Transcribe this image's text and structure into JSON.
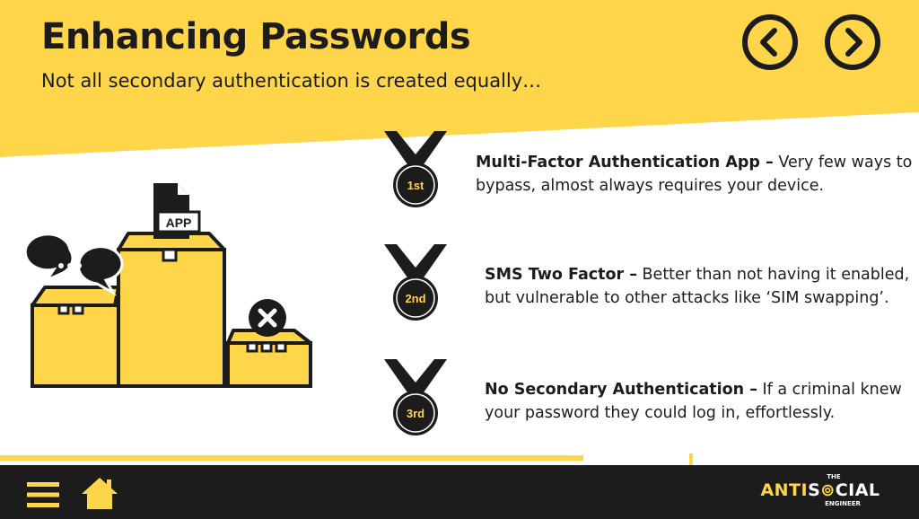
{
  "slide": {
    "title": "Enhancing Passwords",
    "subtitle": "Not all secondary authentication is created equally…"
  },
  "nav": {
    "prev_icon": "chevron-left-circle-icon",
    "next_icon": "chevron-right-circle-icon"
  },
  "illustration": {
    "app_label": "APP",
    "icons": [
      "chat-bubbles-icon",
      "app-file-icon",
      "close-circle-icon"
    ]
  },
  "rankings": [
    {
      "medal": "1st",
      "heading": "Multi-Factor Authentication App –",
      "text": " Very few ways to",
      "text2": "bypass, almost always requires your device."
    },
    {
      "medal": "2nd",
      "heading": "SMS Two Factor –",
      "text": " Better than not having it enabled,",
      "text2": "but vulnerable to other attacks like ‘SIM swapping’."
    },
    {
      "medal": "3rd",
      "heading": "No Secondary Authentication –",
      "text": " If a criminal knew",
      "text2": "your password they could log in, effortlessly."
    }
  ],
  "footer": {
    "menu_icon": "hamburger-menu-icon",
    "home_icon": "home-icon",
    "brand_the": "THE",
    "brand_anti": "ANTI",
    "brand_so": "S",
    "brand_cial": "CIAL",
    "brand_engineer": "ENGINEER"
  },
  "colors": {
    "accent": "#ffd54a",
    "dark": "#1c1c1c",
    "background": "#ffffff"
  }
}
